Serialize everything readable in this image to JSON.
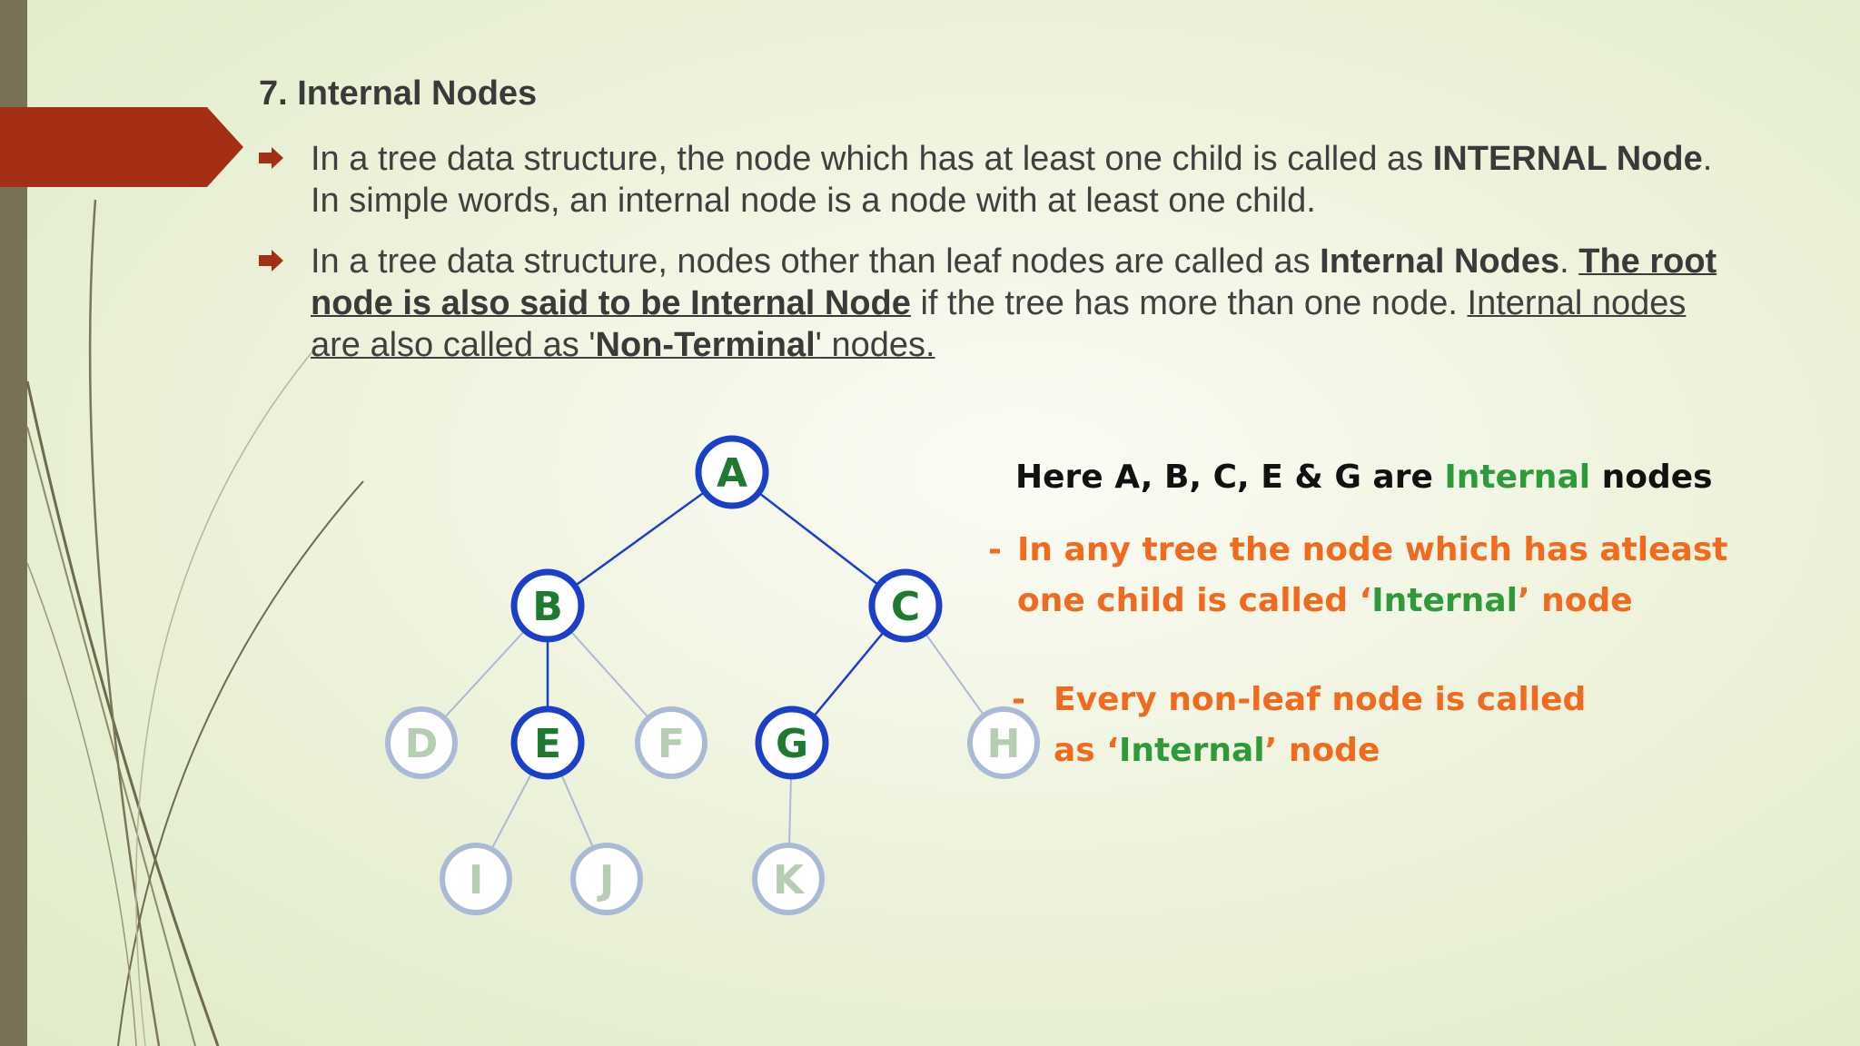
{
  "slide": {
    "title": "7. Internal Nodes",
    "bullet1": {
      "t1": "In a tree data structure, the node which has at least one child is called as ",
      "b1": "INTERNAL Node",
      "t2": ". In simple words, an internal node is a node with at least one child."
    },
    "bullet2": {
      "t1": "In a tree data structure, nodes other than leaf nodes are called as ",
      "b1": "Internal Nodes",
      "t2": ". ",
      "u1": "The root node is also said to be Internal Node",
      "t3": " if the tree has more than one node. ",
      "u2a": "Internal nodes are also called as '",
      "u2b": "Non-Terminal",
      "u2c": "' nodes."
    }
  },
  "tree": {
    "nodes": [
      {
        "label": "A",
        "state": "internal"
      },
      {
        "label": "B",
        "state": "internal"
      },
      {
        "label": "C",
        "state": "internal"
      },
      {
        "label": "D",
        "state": "faded"
      },
      {
        "label": "E",
        "state": "internal"
      },
      {
        "label": "F",
        "state": "faded"
      },
      {
        "label": "G",
        "state": "internal"
      },
      {
        "label": "H",
        "state": "faded"
      },
      {
        "label": "I",
        "state": "faded"
      },
      {
        "label": "J",
        "state": "faded"
      },
      {
        "label": "K",
        "state": "faded"
      }
    ],
    "edges": [
      [
        "A",
        "B"
      ],
      [
        "A",
        "C"
      ],
      [
        "B",
        "D"
      ],
      [
        "B",
        "E"
      ],
      [
        "B",
        "F"
      ],
      [
        "C",
        "G"
      ],
      [
        "C",
        "H"
      ],
      [
        "E",
        "I"
      ],
      [
        "E",
        "J"
      ],
      [
        "G",
        "K"
      ]
    ]
  },
  "notes": {
    "header_a": "Here A, B, C, E & G are ",
    "header_green": "Internal",
    "header_b": " nodes",
    "n1_dash": "-",
    "n1_line1": "In any tree the node which has atleast",
    "n1_line2a": "one child is called ‘",
    "n1_line2_green": "Internal",
    "n1_line2b": "’ node",
    "n2_dash": "-",
    "n2_line1": "Every non-leaf node is called",
    "n2_line2a": "as ‘",
    "n2_line2_green": "Internal",
    "n2_line2b": "’ node"
  },
  "colors": {
    "accent_red": "#a52f14",
    "node_blue": "#1a3fc9",
    "node_green_text": "#1f7a2f",
    "faded_ring": "#aab9d6",
    "faded_text": "#b6cdb3",
    "orange": "#f06b1d",
    "green": "#2e9b3a"
  }
}
